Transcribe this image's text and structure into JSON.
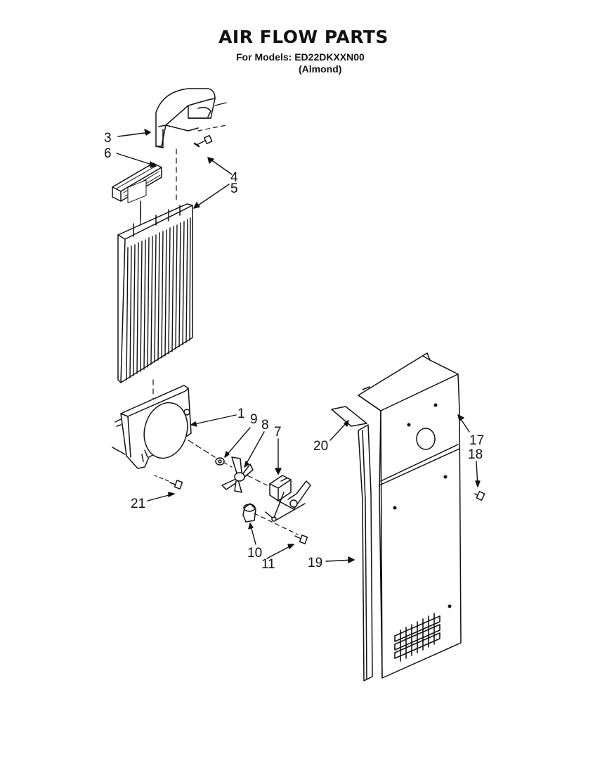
{
  "header": {
    "title": "AIR FLOW PARTS",
    "models_line": "For Models: ED22DKXXN00",
    "color_line": "(Almond)"
  },
  "callouts": {
    "p1": "1",
    "p3": "3",
    "p4": "4",
    "p5": "5",
    "p6": "6",
    "p7": "7",
    "p8": "8",
    "p9": "9",
    "p10": "10",
    "p11": "11",
    "p17": "17",
    "p18": "18",
    "p19": "19",
    "p20": "20",
    "p21": "21"
  }
}
